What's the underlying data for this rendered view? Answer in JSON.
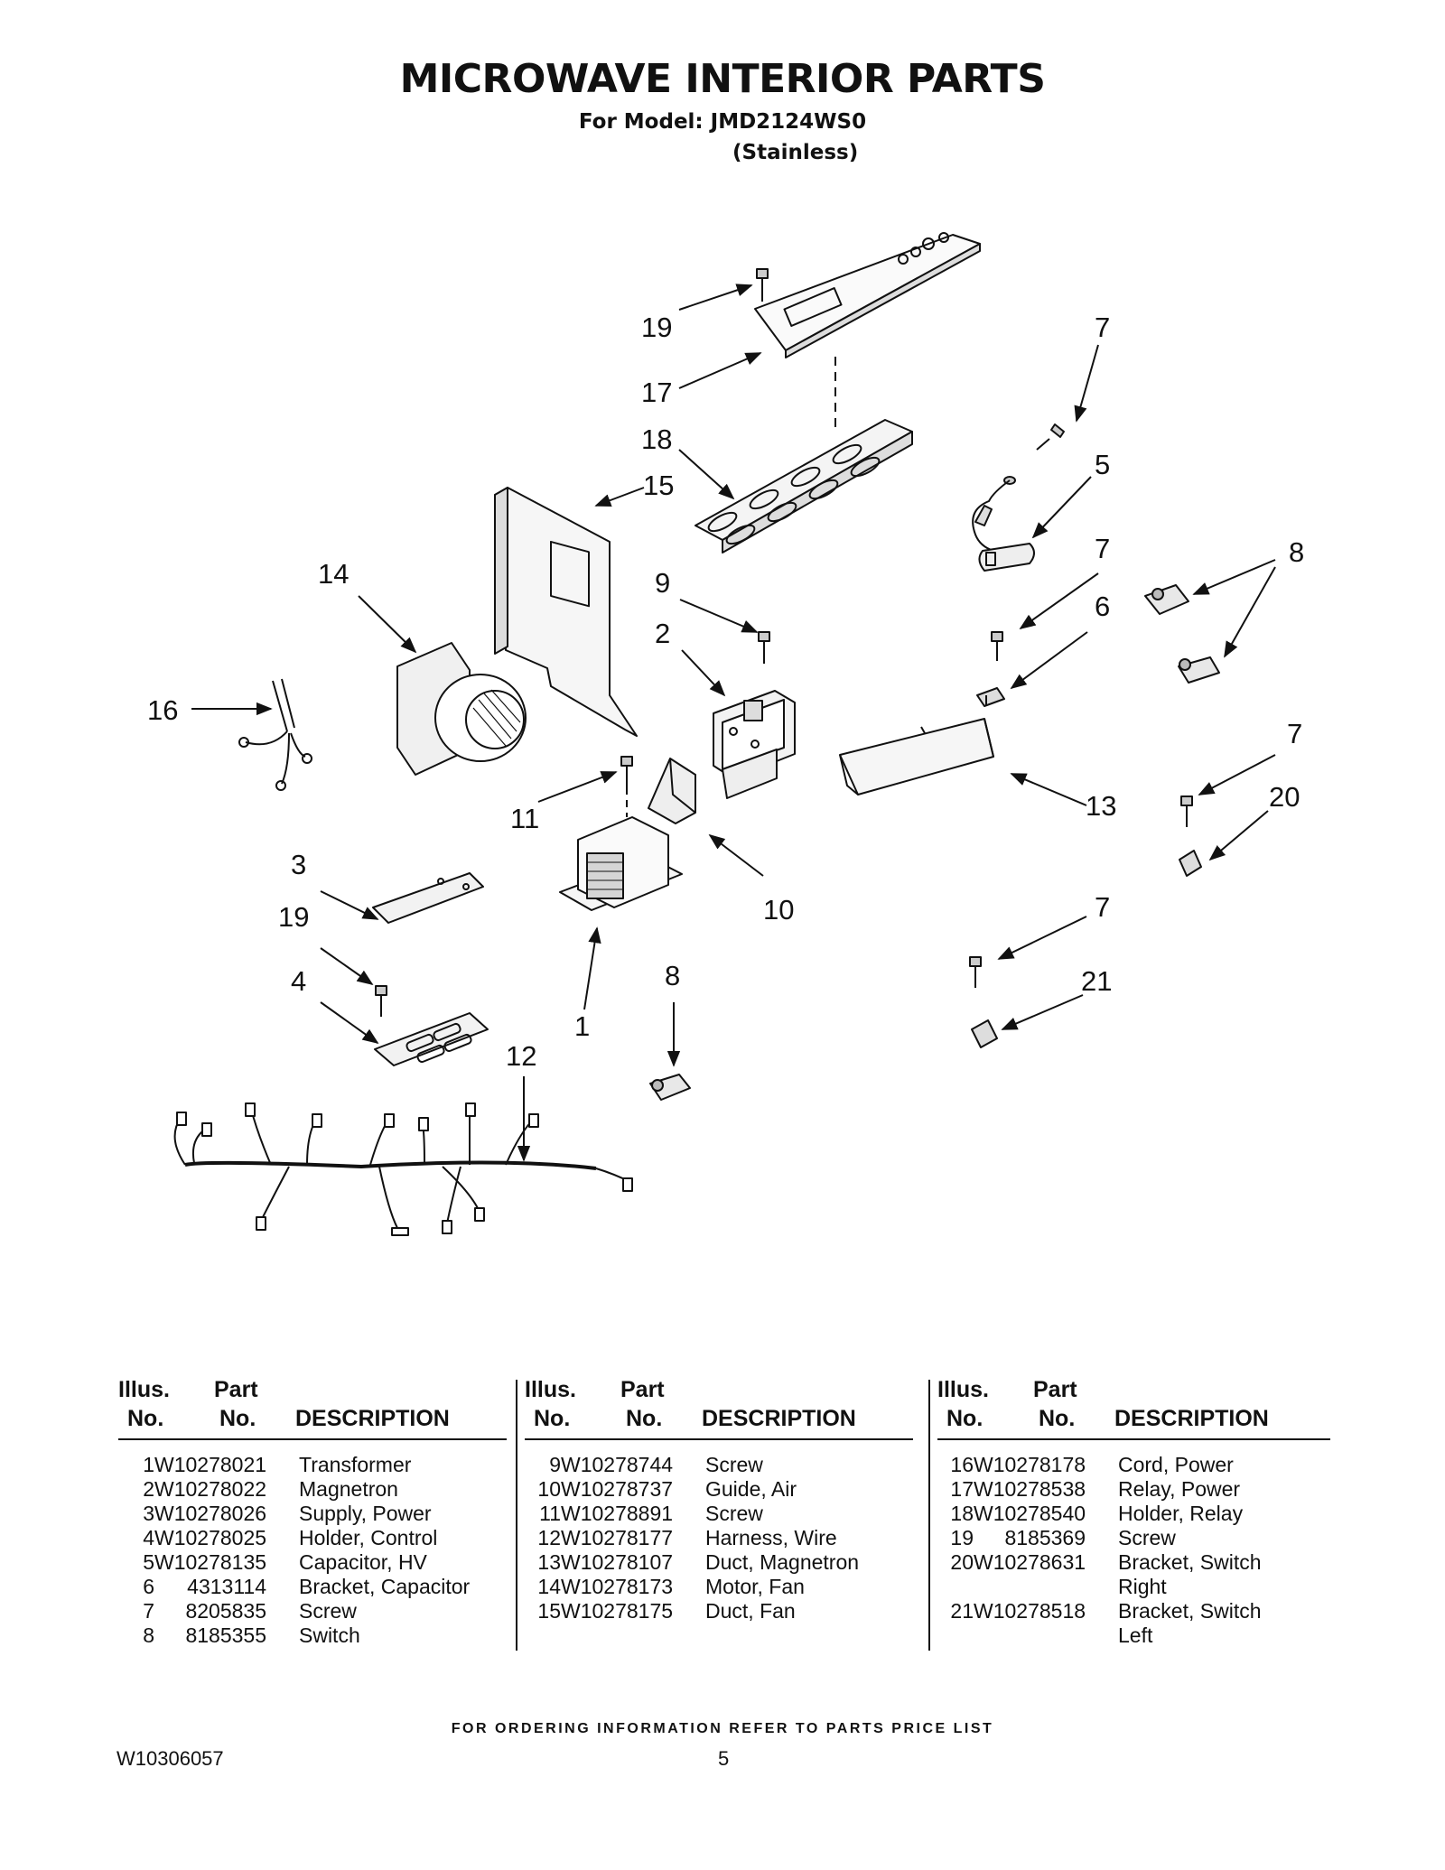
{
  "header": {
    "title": "MICROWAVE INTERIOR PARTS",
    "model_line": "For Model: JMD2124WS0",
    "variant": "(Stainless)"
  },
  "callouts": [
    "19",
    "17",
    "18",
    "15",
    "7",
    "5",
    "7",
    "6",
    "8",
    "14",
    "9",
    "2",
    "16",
    "11",
    "13",
    "7",
    "20",
    "3",
    "19",
    "10",
    "7",
    "4",
    "8",
    "21",
    "1",
    "12"
  ],
  "table": {
    "headers": {
      "illus_top": "Illus.",
      "illus_bottom": "No.",
      "part_top": "Part",
      "part_bottom": "No.",
      "description": "DESCRIPTION"
    },
    "columns": [
      [
        {
          "illus": "1",
          "part": "W10278021",
          "desc": "Transformer"
        },
        {
          "illus": "2",
          "part": "W10278022",
          "desc": "Magnetron"
        },
        {
          "illus": "3",
          "part": "W10278026",
          "desc": "Supply, Power"
        },
        {
          "illus": "4",
          "part": "W10278025",
          "desc": "Holder, Control"
        },
        {
          "illus": "5",
          "part": "W10278135",
          "desc": "Capacitor, HV"
        },
        {
          "illus": "6",
          "part": "4313114",
          "desc": "Bracket, Capacitor"
        },
        {
          "illus": "7",
          "part": "8205835",
          "desc": "Screw"
        },
        {
          "illus": "8",
          "part": "8185355",
          "desc": "Switch"
        }
      ],
      [
        {
          "illus": "9",
          "part": "W10278744",
          "desc": "Screw"
        },
        {
          "illus": "10",
          "part": "W10278737",
          "desc": "Guide, Air"
        },
        {
          "illus": "11",
          "part": "W10278891",
          "desc": "Screw"
        },
        {
          "illus": "12",
          "part": "W10278177",
          "desc": "Harness, Wire"
        },
        {
          "illus": "13",
          "part": "W10278107",
          "desc": "Duct, Magnetron"
        },
        {
          "illus": "14",
          "part": "W10278173",
          "desc": "Motor, Fan"
        },
        {
          "illus": "15",
          "part": "W10278175",
          "desc": "Duct, Fan"
        }
      ],
      [
        {
          "illus": "16",
          "part": "W10278178",
          "desc": "Cord, Power"
        },
        {
          "illus": "17",
          "part": "W10278538",
          "desc": "Relay, Power"
        },
        {
          "illus": "18",
          "part": "W10278540",
          "desc": "Holder, Relay"
        },
        {
          "illus": "19",
          "part": "8185369",
          "desc": "Screw"
        },
        {
          "illus": "20",
          "part": "W10278631",
          "desc": "Bracket, Switch"
        },
        {
          "illus": "",
          "part": "",
          "desc": "Right"
        },
        {
          "illus": "21",
          "part": "W10278518",
          "desc": "Bracket, Switch"
        },
        {
          "illus": "",
          "part": "",
          "desc": "Left"
        }
      ]
    ]
  },
  "footer": {
    "note": "FOR ORDERING INFORMATION REFER TO PARTS PRICE LIST",
    "doc_id": "W10306057",
    "page": "5"
  }
}
